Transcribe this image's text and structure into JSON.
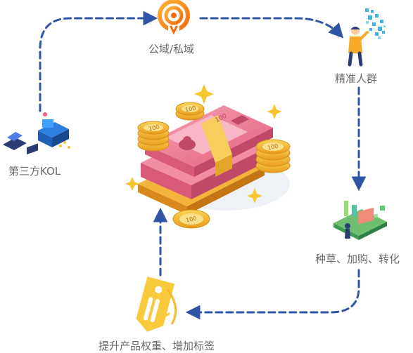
{
  "nodes": {
    "public_private": {
      "label": "公域/私域"
    },
    "precise_crowd": {
      "label": "精准人群"
    },
    "conversion": {
      "label": "种草、加购、转化"
    },
    "tagging": {
      "label": "提升产品权重、增加标签"
    },
    "kol": {
      "label": "第三方KOL"
    }
  },
  "center": {
    "coin_text": "100",
    "note_text": "100"
  },
  "colors": {
    "arrow": "#2f55a4",
    "accent_orange": "#f08a1c",
    "coin": "#f5c43a",
    "money_pink": "#e96a86"
  }
}
